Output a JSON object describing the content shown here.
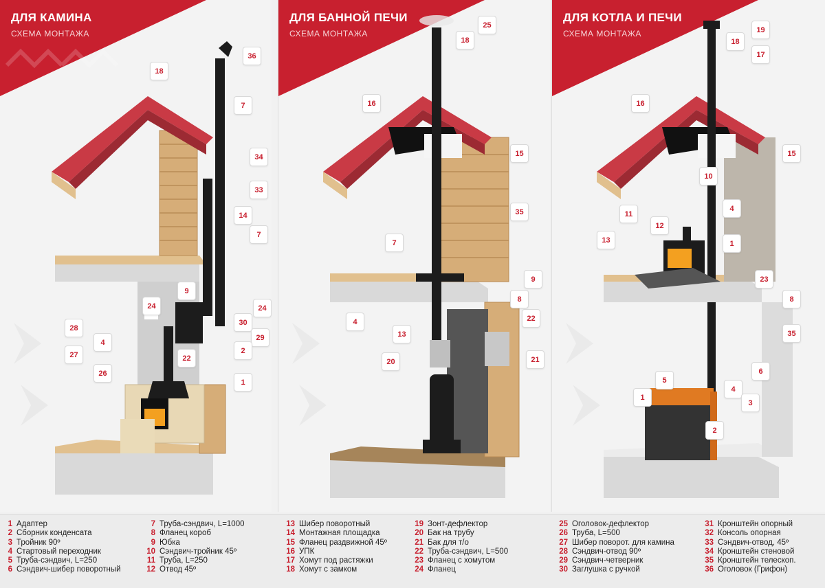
{
  "panels": [
    {
      "title": "ДЛЯ КАМИНА",
      "subtitle": "СХЕМА МОНТАЖА",
      "callouts": [
        "18",
        "36",
        "7",
        "34",
        "33",
        "14",
        "7",
        "9",
        "24",
        "24",
        "28",
        "30",
        "4",
        "29",
        "27",
        "22",
        "2",
        "26",
        "1"
      ]
    },
    {
      "title": "ДЛЯ БАННОЙ ПЕЧИ",
      "subtitle": "СХЕМА МОНТАЖА",
      "callouts": [
        "25",
        "18",
        "16",
        "15",
        "35",
        "7",
        "9",
        "8",
        "22",
        "4",
        "13",
        "20",
        "21"
      ]
    },
    {
      "title": "ДЛЯ КОТЛА И ПЕЧИ",
      "subtitle": "СХЕМА МОНТАЖА",
      "callouts": [
        "19",
        "18",
        "17",
        "16",
        "15",
        "10",
        "4",
        "11",
        "12",
        "13",
        "1",
        "23",
        "8",
        "35",
        "6",
        "5",
        "4",
        "3",
        "1",
        "2"
      ]
    }
  ],
  "legend": [
    [
      {
        "n": "1",
        "t": "Адаптер"
      },
      {
        "n": "2",
        "t": "Сборник конденсата"
      },
      {
        "n": "3",
        "t": "Тройник 90º"
      },
      {
        "n": "4",
        "t": "Стартовый переходник"
      },
      {
        "n": "5",
        "t": "Труба-сэндвич, L=250"
      },
      {
        "n": "6",
        "t": "Сэндвич-шибер поворотный"
      }
    ],
    [
      {
        "n": "7",
        "t": "Труба-сэндвич, L=1000"
      },
      {
        "n": "8",
        "t": "Фланец короб"
      },
      {
        "n": "9",
        "t": "Юбка"
      },
      {
        "n": "10",
        "t": "Сэндвич-тройник 45º"
      },
      {
        "n": "11",
        "t": "Труба, L=250"
      },
      {
        "n": "12",
        "t": "Отвод 45º"
      }
    ],
    [
      {
        "n": "13",
        "t": "Шибер поворотный"
      },
      {
        "n": "14",
        "t": "Монтажная площадка"
      },
      {
        "n": "15",
        "t": "Фланец раздвижной 45º"
      },
      {
        "n": "16",
        "t": "УПК"
      },
      {
        "n": "17",
        "t": "Хомут под растяжки"
      },
      {
        "n": "18",
        "t": "Хомут с замком"
      }
    ],
    [
      {
        "n": "19",
        "t": "Зонт-дефлектор"
      },
      {
        "n": "20",
        "t": "Бак на трубу"
      },
      {
        "n": "21",
        "t": "Бак для т/о"
      },
      {
        "n": "22",
        "t": "Труба-сэндвич, L=500"
      },
      {
        "n": "23",
        "t": "Фланец с хомутом"
      },
      {
        "n": "24",
        "t": "Фланец"
      }
    ],
    [
      {
        "n": "25",
        "t": "Оголовок-дефлектор"
      },
      {
        "n": "26",
        "t": "Труба, L=500"
      },
      {
        "n": "27",
        "t": "Шибер поворот. для камина"
      },
      {
        "n": "28",
        "t": "Сэндвич-отвод 90º"
      },
      {
        "n": "29",
        "t": "Сэндвич-четверник"
      },
      {
        "n": "30",
        "t": "Заглушка с ручкой"
      }
    ],
    [
      {
        "n": "31",
        "t": "Кронштейн опорный"
      },
      {
        "n": "32",
        "t": "Консоль опорная"
      },
      {
        "n": "33",
        "t": "Сэндвич-отвод, 45º"
      },
      {
        "n": "34",
        "t": "Кронштейн стеновой"
      },
      {
        "n": "35",
        "t": "Кронштейн телескоп."
      },
      {
        "n": "36",
        "t": "Оголовок (Грифон)"
      }
    ]
  ],
  "colors": {
    "brand_red": "#c8202f",
    "pipe": "#1c1c1c",
    "wood": "#d9b483",
    "roof": "#c93a45",
    "slab": "#d6d6d6"
  }
}
